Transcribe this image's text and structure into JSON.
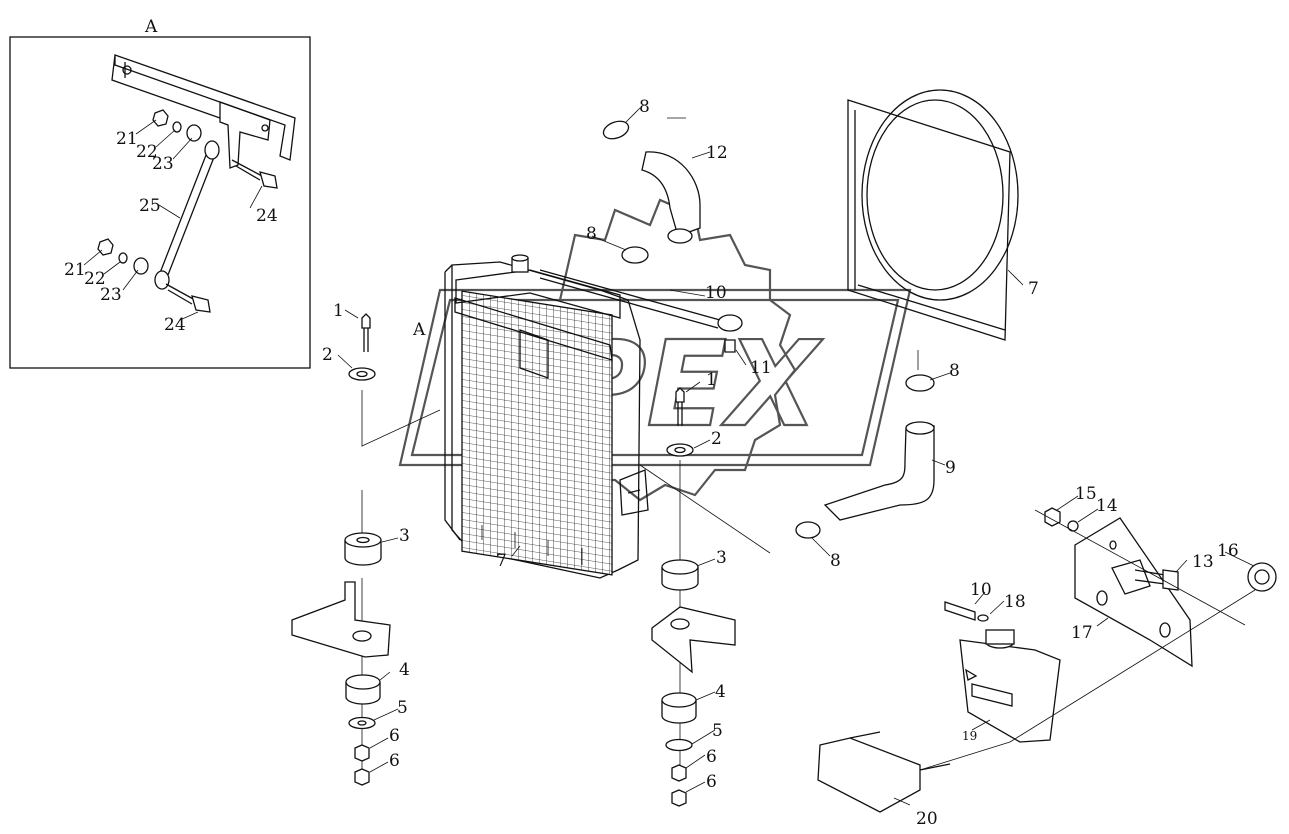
{
  "inset": {
    "title": "A"
  },
  "watermark": {
    "text": "PEX"
  },
  "callouts": {
    "a": "A",
    "l1a": "1",
    "l1b": "1",
    "l2a": "2",
    "l2b": "2",
    "l3a": "3",
    "l3b": "3",
    "l4a": "4",
    "l4b": "4",
    "l5a": "5",
    "l5b": "5",
    "l6a": "6",
    "l6b": "6",
    "l6c": "6",
    "l6d": "6",
    "l7a": "7",
    "l7b": "7",
    "l8a": "8",
    "l8b": "8",
    "l8c": "8",
    "l8d": "8",
    "l9": "9",
    "l10a": "10",
    "l10b": "10",
    "l11": "11",
    "l12": "12",
    "l13": "13",
    "l14": "14",
    "l15": "15",
    "l16": "16",
    "l17": "17",
    "l18": "18",
    "l19": "19",
    "l20": "20",
    "l21a": "21",
    "l21b": "21",
    "l22a": "22",
    "l22b": "22",
    "l23a": "23",
    "l23b": "23",
    "l24a": "24",
    "l24b": "24",
    "l25": "25"
  }
}
